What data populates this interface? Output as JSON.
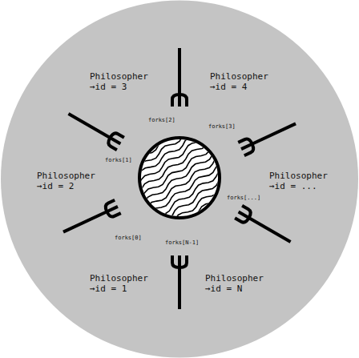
{
  "diagram": {
    "labels": [
      "Philosopher →id = 3",
      "Philosopher →id = 4",
      "forks[2]",
      "forks[1]",
      "forks[3]",
      "Philosopher →id = 2",
      "Philosopher →id = ...",
      "forks[...]",
      "forks[0]",
      "forks[N-1]",
      "Philosopher →id = 1",
      "Philosopher →id = N"
    ]
  }
}
